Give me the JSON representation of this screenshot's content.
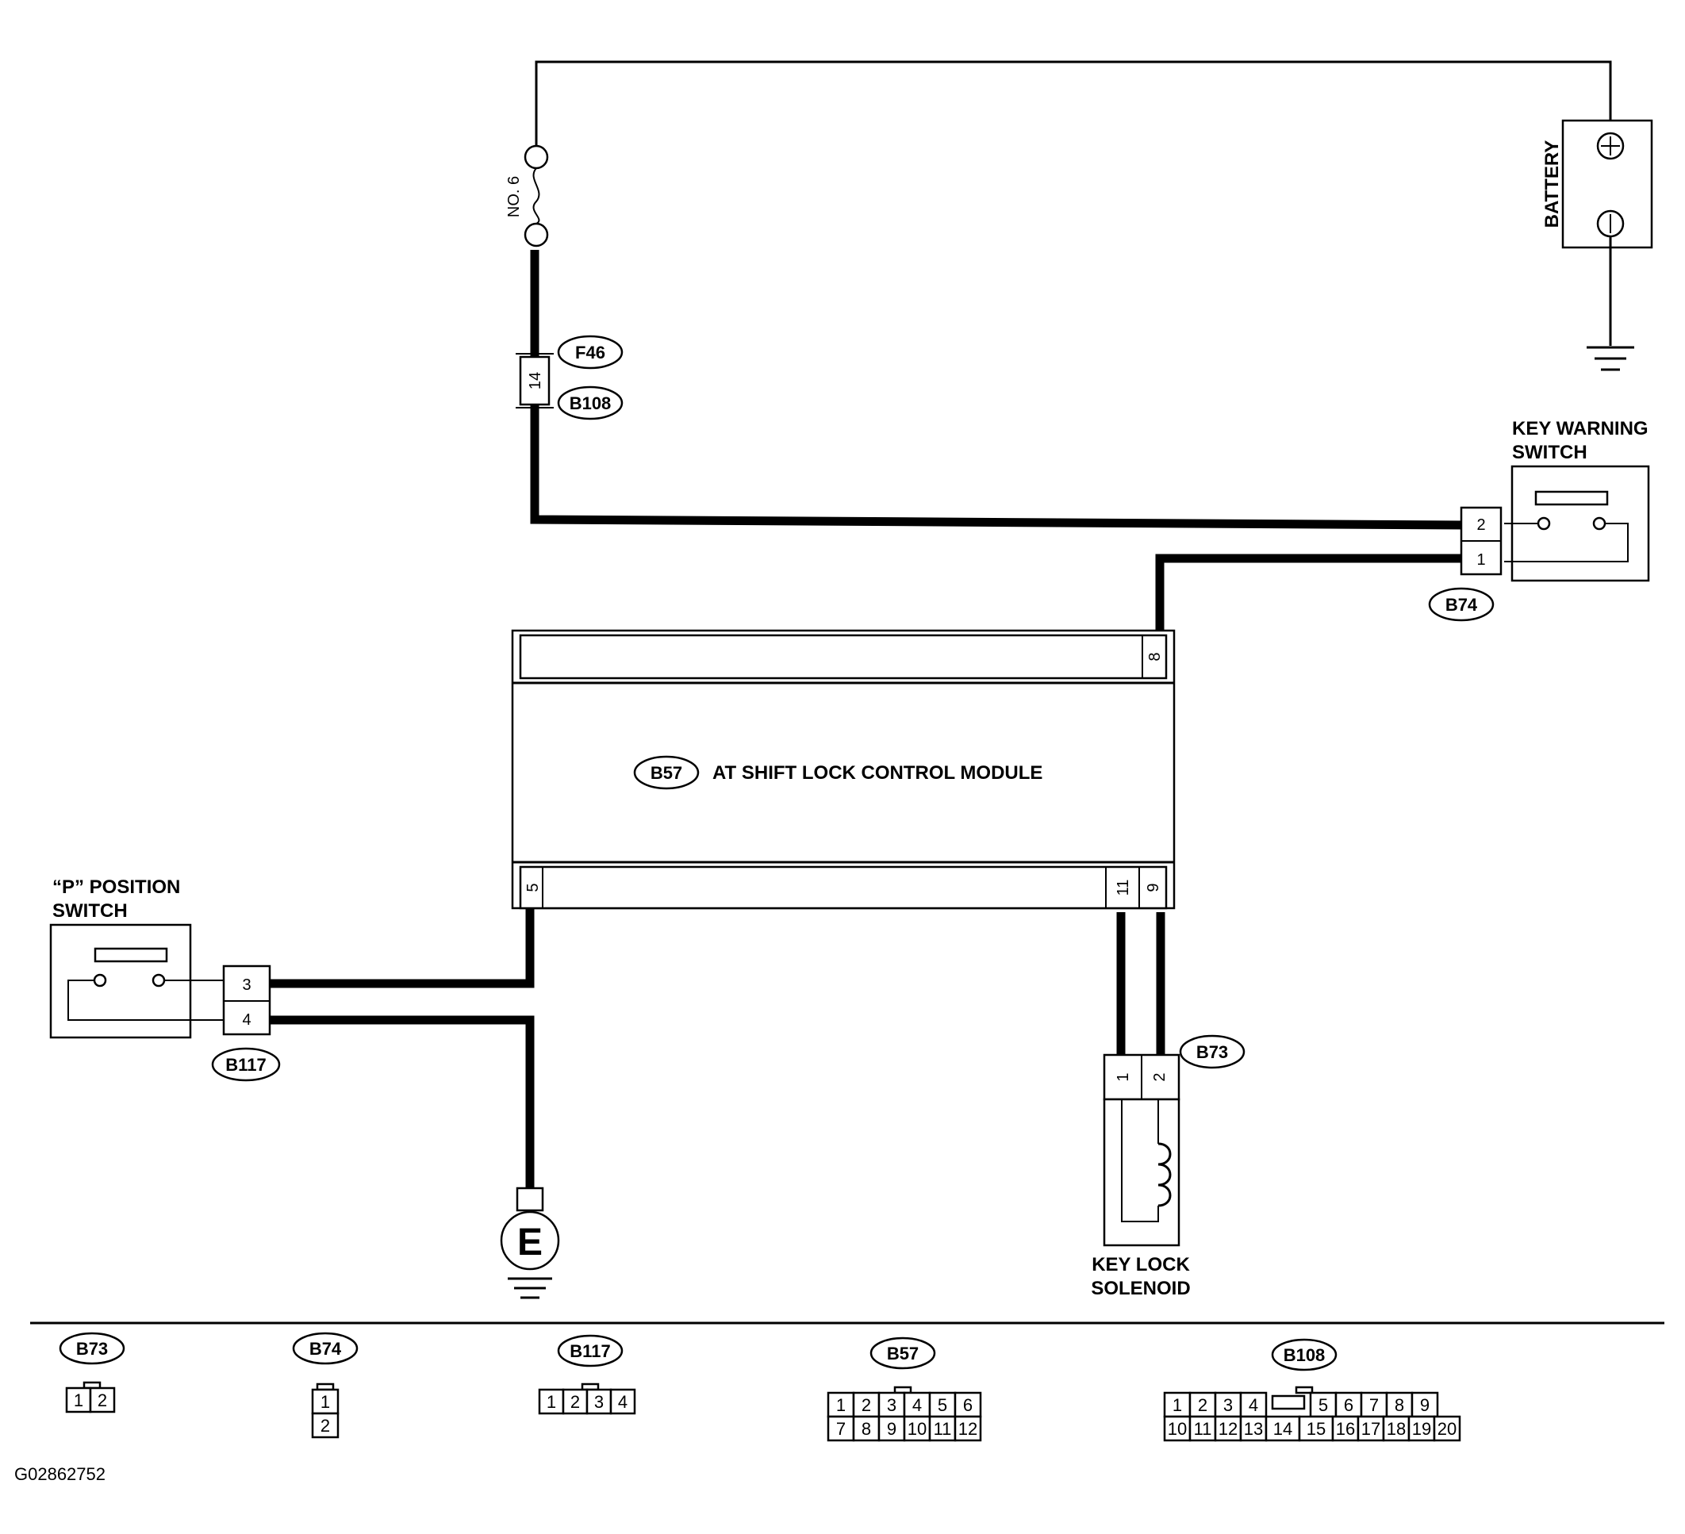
{
  "labels": {
    "fuse": "NO. 6",
    "battery": "BATTERY",
    "key_warning_switch_line1": "KEY WARNING",
    "key_warning_switch_line2": "SWITCH",
    "module": "AT SHIFT LOCK CONTROL MODULE",
    "p_switch_line1": "“P” POSITION",
    "p_switch_line2": "SWITCH",
    "solenoid_line1": "KEY LOCK",
    "solenoid_line2": "SOLENOID",
    "ground": "E",
    "figure_id": "G02862752"
  },
  "connector_tags": {
    "f46": "F46",
    "b108": "B108",
    "b74": "B74",
    "b57": "B57",
    "b117": "B117",
    "b73": "B73"
  },
  "pins": {
    "f46_b108": "14",
    "b74_top": "2",
    "b74_bottom": "1",
    "module_8": "8",
    "module_5": "5",
    "module_11": "11",
    "module_9": "9",
    "b117_top": "3",
    "b117_bottom": "4",
    "b73_left": "1",
    "b73_right": "2"
  },
  "legend": {
    "b73": {
      "name": "B73",
      "rows": [
        [
          "1",
          "2"
        ]
      ]
    },
    "b74": {
      "name": "B74",
      "rows": [
        [
          "1"
        ],
        [
          "2"
        ]
      ]
    },
    "b117": {
      "name": "B117",
      "rows": [
        [
          "1",
          "2",
          "3",
          "4"
        ]
      ]
    },
    "b57": {
      "name": "B57",
      "rows": [
        [
          "1",
          "2",
          "3",
          "4",
          "5",
          "6"
        ],
        [
          "7",
          "8",
          "9",
          "10",
          "11",
          "12"
        ]
      ]
    },
    "b108": {
      "name": "B108",
      "rows": [
        [
          "1",
          "2",
          "3",
          "4",
          "",
          "5",
          "6",
          "7",
          "8",
          "9"
        ],
        [
          "10",
          "11",
          "12",
          "13",
          "14",
          "15",
          "16",
          "17",
          "18",
          "19",
          "20"
        ]
      ]
    }
  }
}
